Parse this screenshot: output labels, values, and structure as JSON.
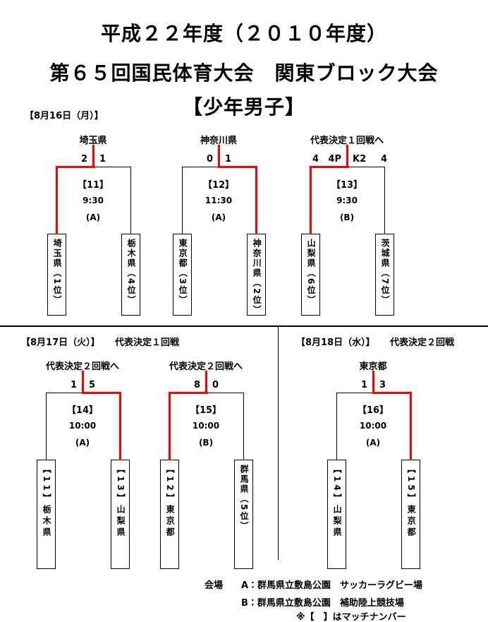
{
  "title": {
    "line1": "平成２２年度（２０１０年度）",
    "line2": "第６５回国民体育大会　関東ブロック大会",
    "line3": "【少年男子】"
  },
  "sections": {
    "day1": {
      "date": "【8月16日（月）】"
    },
    "day2": {
      "date": "【8月17日（火）】",
      "round": "代表決定１回戦"
    },
    "day3": {
      "date": "【8月18日（水）】",
      "round": "代表決定２回戦"
    }
  },
  "matches": {
    "m11": {
      "advance": "埼玉県",
      "score_left": "2",
      "score_right": "1",
      "no": "【11】",
      "time": "9:30",
      "venue": "(A)",
      "team_left": "埼玉県（1位）",
      "team_right": "栃木県（4位）",
      "winner": "left"
    },
    "m12": {
      "advance": "神奈川県",
      "score_left": "0",
      "score_right": "1",
      "no": "【12】",
      "time": "11:30",
      "venue": "(A)",
      "team_left": "東京都（3位）",
      "team_right": "神奈川県（2位）",
      "winner": "right"
    },
    "m13": {
      "advance": "代表決定１回戦へ",
      "score_left": "4",
      "pk_left": "4P",
      "pk_right": "K2",
      "score_right": "4",
      "no": "【13】",
      "time": "9:30",
      "venue": "(B)",
      "team_left": "山梨県（6位）",
      "team_right": "茨城県（7位）",
      "winner": "left"
    },
    "m14": {
      "advance": "代表決定２回戦へ",
      "score_left": "1",
      "score_right": "5",
      "no": "【14】",
      "time": "10:00",
      "venue": "(A)",
      "team_left": "【11】栃木県",
      "team_right": "【13】山梨県",
      "winner": "right"
    },
    "m15": {
      "advance": "代表決定２回戦へ",
      "score_left": "8",
      "score_right": "0",
      "no": "【15】",
      "time": "10:00",
      "venue": "(B)",
      "team_left": "【12】東京都",
      "team_right": "群馬県（5位）",
      "winner": "left"
    },
    "m16": {
      "advance": "東京都",
      "score_left": "1",
      "score_right": "3",
      "no": "【16】",
      "time": "10:00",
      "venue": "(A)",
      "team_left": "【14】山梨県",
      "team_right": "【15】東京都",
      "winner": "right"
    }
  },
  "footer": {
    "venue_a": "会場　　A：群馬県立敷島公園　サッカーラグビー場",
    "venue_b": "B：群馬県立敷島公園　補助陸上競技場",
    "note": "※【　】はマッチナンバー"
  },
  "colors": {
    "winner_path": "#ff0000",
    "line": "#000000"
  }
}
